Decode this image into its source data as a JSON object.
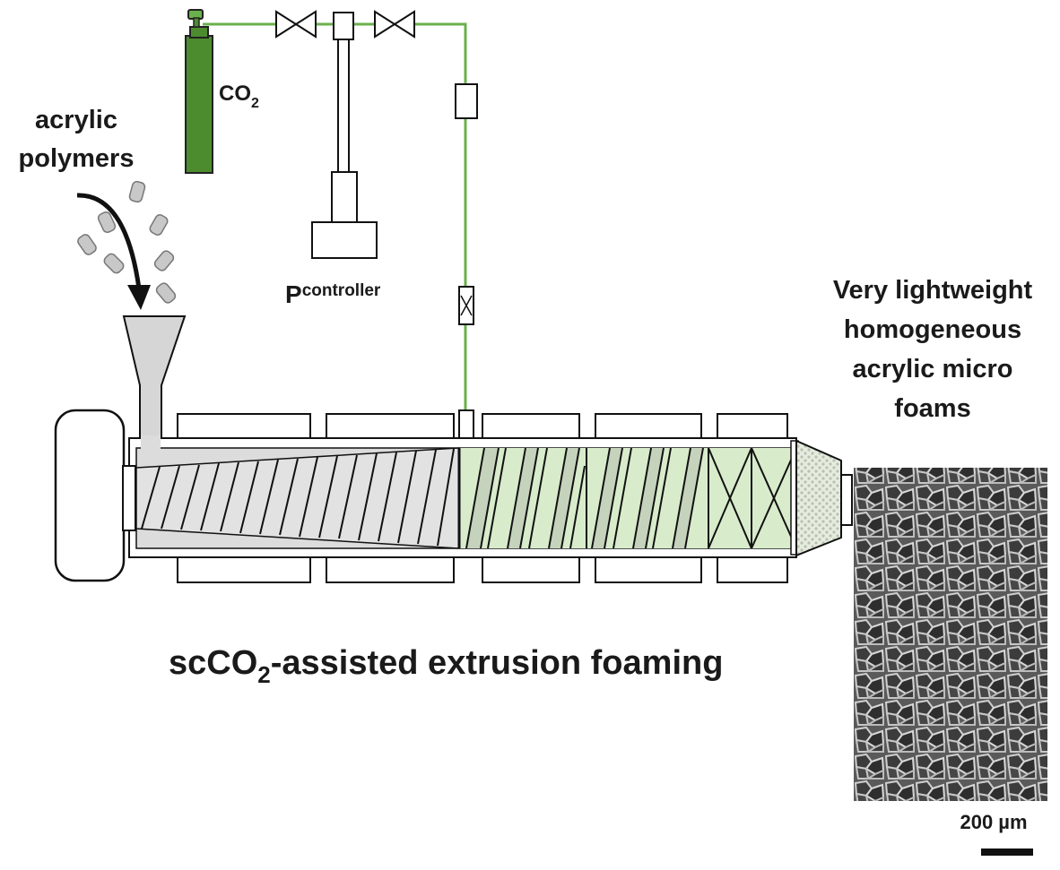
{
  "labels": {
    "feed_line1": "acrylic",
    "feed_line2": "polymers",
    "co2_main": "CO",
    "co2_sub": "2",
    "pressure_main": "P",
    "pressure_sub": "controller",
    "product_line1": "Very lightweight",
    "product_line2": "homogeneous",
    "product_line3": "acrylic micro",
    "product_line4": "foams",
    "title_pre": "scCO",
    "title_sub": "2",
    "title_post": "-assisted extrusion foaming",
    "scale_bar": "200 µm"
  },
  "colors": {
    "co2_line": "#6ab04c",
    "cylinder": "#4c8c2f",
    "barrel_fill": "#dcdcdc",
    "gas_zone": "#d8eccc",
    "outline": "#111111"
  }
}
